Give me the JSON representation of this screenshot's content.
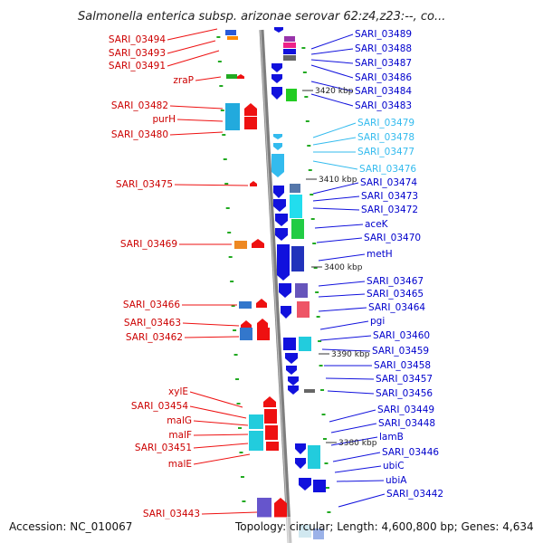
{
  "title": "Salmonella enterica subsp. arizonae serovar 62:z4,z23:--, co...",
  "footer": {
    "accession": "Accession: NC_010067",
    "summary": "Topology: circular; Length: 4,600,800 bp; Genes: 4,634"
  },
  "kbp_marks": [
    "3420 kbp",
    "3410 kbp",
    "3400 kbp",
    "3390 kbp",
    "3380 kbp"
  ],
  "left_labels": [
    "SARI_03494",
    "SARI_03493",
    "SARI_03491",
    "zraP",
    "SARI_03482",
    "purH",
    "SARI_03480",
    "SARI_03475",
    "SARI_03469",
    "SARI_03466",
    "SARI_03463",
    "SARI_03462",
    "xylE",
    "SARI_03454",
    "malG",
    "malF",
    "SARI_03451",
    "malE",
    "SARI_03443"
  ],
  "right_labels": [
    "SARI_03489",
    "SARI_03488",
    "SARI_03487",
    "SARI_03486",
    "SARI_03484",
    "SARI_03483",
    "SARI_03479",
    "SARI_03478",
    "SARI_03477",
    "SARI_03476",
    "SARI_03474",
    "SARI_03473",
    "SARI_03472",
    "aceK",
    "SARI_03470",
    "metH",
    "SARI_03467",
    "SARI_03465",
    "SARI_03464",
    "pgi",
    "SARI_03460",
    "SARI_03459",
    "SARI_03458",
    "SARI_03457",
    "SARI_03456",
    "SARI_03449",
    "SARI_03448",
    "lamB",
    "SARI_03446",
    "ubiC",
    "ubiA",
    "SARI_03442"
  ],
  "colors": {
    "reverse_strand": "#ee1111",
    "forward_strand": "#1111dd",
    "cyan_feature": "#22ccdd",
    "light_blue_feature": "#33bbee",
    "backbone": "#888888",
    "green_tick": "#22aa22"
  }
}
